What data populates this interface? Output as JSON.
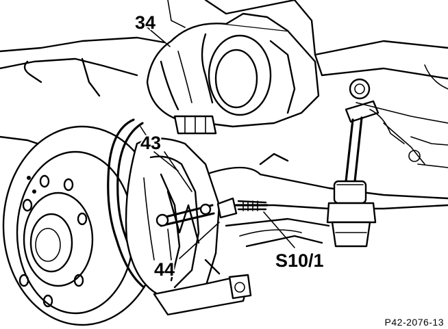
{
  "figure": {
    "reference_code": "P42-2076-13",
    "callouts": [
      {
        "id": "c34",
        "text": "34",
        "meaning": ""
      },
      {
        "id": "c43",
        "text": "43",
        "meaning": ""
      },
      {
        "id": "c44",
        "text": "44",
        "meaning": ""
      },
      {
        "id": "cs101",
        "text": "S10/1",
        "meaning": ""
      }
    ]
  },
  "colors": {
    "ink": "#000000",
    "paper": "#ffffff"
  }
}
